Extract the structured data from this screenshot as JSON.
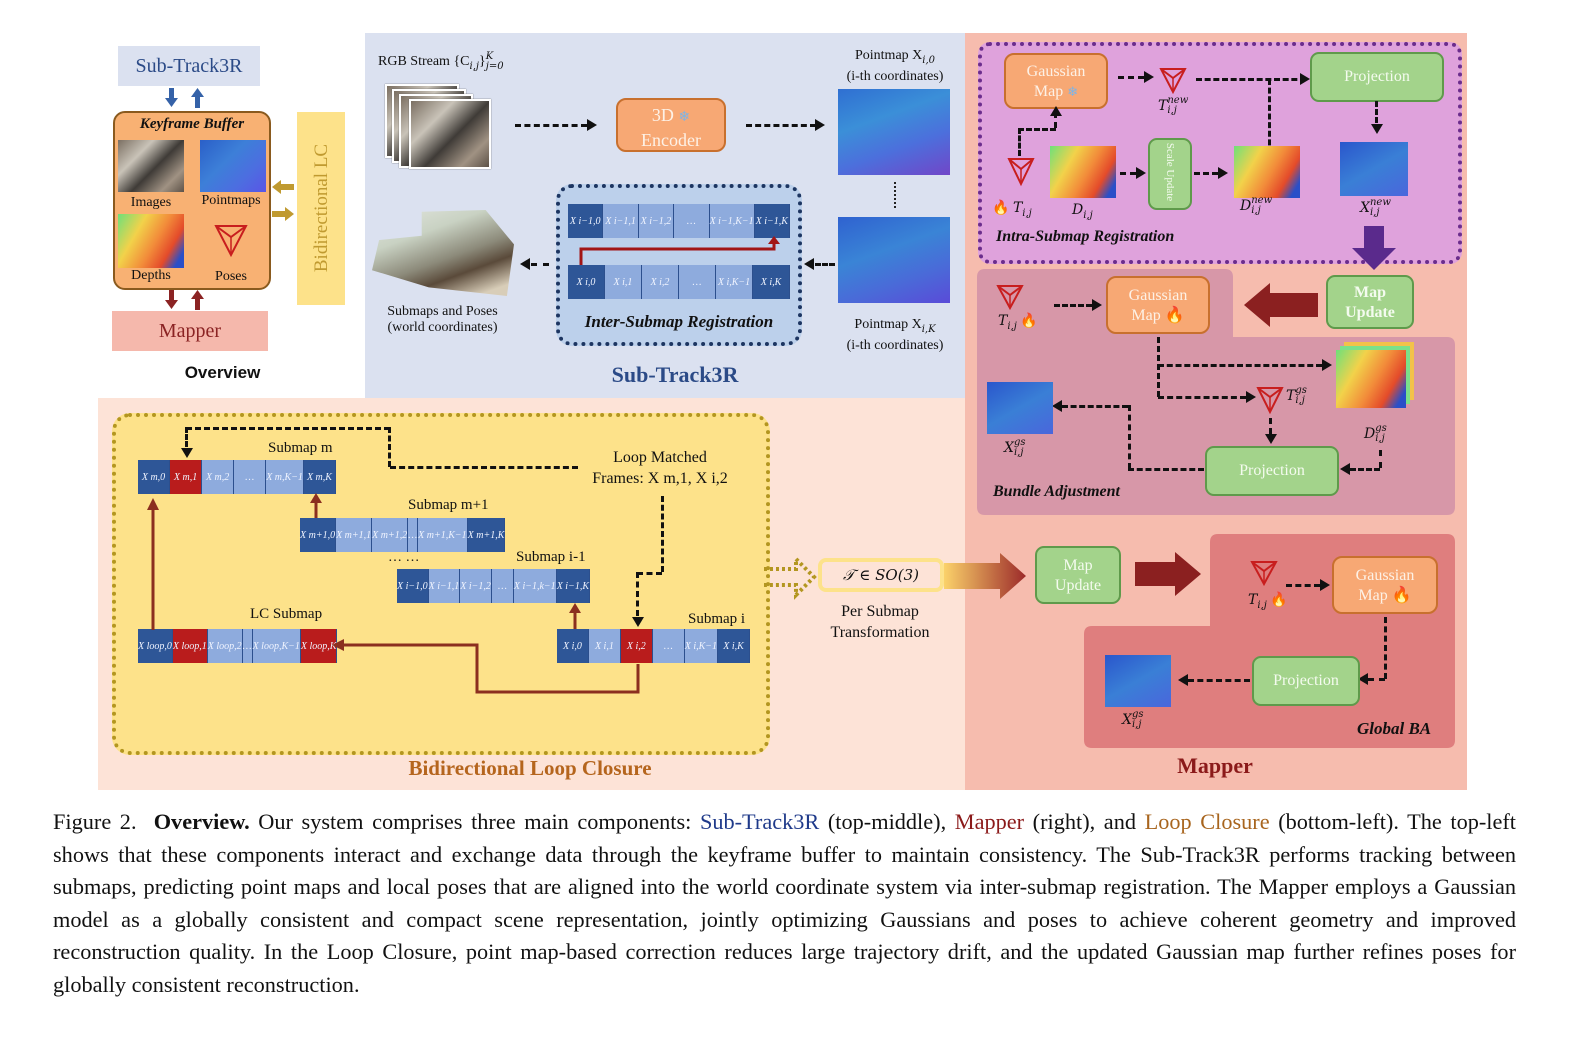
{
  "overview": {
    "subtrack_label": "Sub-Track3R",
    "keyframe_buffer_title": "Keyframe Buffer",
    "images_label": "Images",
    "pointmaps_label": "Pointmaps",
    "depths_label": "Depths",
    "poses_label": "Poses",
    "mapper_label": "Mapper",
    "bidirectional_lc_label": "Bidirectional LC",
    "title": "Overview"
  },
  "subtrack": {
    "rgb_stream_label": "RGB Stream {C",
    "rgb_stream_sub": "i,j",
    "rgb_stream_close": "}",
    "rgb_stream_sup": "K",
    "rgb_stream_lower": "j=0",
    "encoder_line1": "3D",
    "encoder_line2": "Encoder",
    "pointmap_top_line1": "Pointmap X",
    "pointmap_top_sub": "i,0",
    "pointmap_top_line2": "(i-th coordinates)",
    "pointmap_bottom_line1": "Pointmap X",
    "pointmap_bottom_sub": "i,K",
    "pointmap_bottom_line2": "(i-th coordinates)",
    "submaps_line1": "Submaps and Poses",
    "submaps_line2": "(world coordinates)",
    "inter_submap_label": "Inter-Submap Registration",
    "row_prev": [
      "X i−1,0",
      "X i−1,1",
      "X i−1,2",
      "…",
      "X i−1,K−1",
      "X i−1,K"
    ],
    "row_curr": [
      "X i,0",
      "X i,1",
      "X i,2",
      "…",
      "X i,K−1",
      "X i,K"
    ],
    "title": "Sub-Track3R"
  },
  "mapper": {
    "intra": {
      "gaussian_line1": "Gaussian",
      "gaussian_line2": "Map",
      "t_new": "T",
      "t_new_sup": "new",
      "t_new_sub": "i,j",
      "projection": "Projection",
      "t_label": "T",
      "t_sub": "i,j",
      "d_label": "D",
      "d_sub": "i,j",
      "scale_update": "Scale Update",
      "d_new": "D",
      "d_new_sup": "new",
      "d_new_sub": "i,j",
      "x_new": "X",
      "x_new_sup": "new",
      "x_new_sub": "i,j",
      "title": "Intra-Submap Registration"
    },
    "ba": {
      "t_label": "T",
      "t_sub": "i,j",
      "gaussian_line1": "Gaussian",
      "gaussian_line2": "Map",
      "map_update_line1": "Map",
      "map_update_line2": "Update",
      "x_gs": "X",
      "x_gs_sup": "gs",
      "x_gs_sub": "i,j",
      "t_gs": "T",
      "t_gs_sup": "gs",
      "t_gs_sub": "i,j",
      "d_gs": "D",
      "d_gs_sup": "gs",
      "d_gs_sub": "i,j",
      "projection": "Projection",
      "title": "Bundle Adjustment"
    },
    "global": {
      "map_update_line1": "Map",
      "map_update_line2": "Update",
      "t_label": "T",
      "t_sub": "i,j",
      "gaussian_line1": "Gaussian",
      "gaussian_line2": "Map",
      "projection": "Projection",
      "x_gs": "X",
      "x_gs_sup": "gs",
      "x_gs_sub": "i,j",
      "title": "Global BA"
    },
    "title": "Mapper"
  },
  "loop_closure": {
    "submap_m_label": "Submap m",
    "submap_m": [
      "X m,0",
      "X m,1",
      "X m,2",
      "…",
      "X m,K−1",
      "X m,K"
    ],
    "submap_m1_label": "Submap m+1",
    "submap_m1": [
      "X m+1,0",
      "X m+1,1",
      "X m+1,2",
      "…",
      "X m+1,K−1",
      "X m+1,K"
    ],
    "ellipsis": "… …",
    "submap_i1_label": "Submap i-1",
    "submap_i1": [
      "X i−1,0",
      "X i−1,1",
      "X i−1,2",
      "…",
      "X i−1,k−1",
      "X i−1,K"
    ],
    "lc_submap_label": "LC Submap",
    "lc_submap": [
      "X loop,0",
      "X loop,1",
      "X loop,2",
      "…",
      "X loop,K−1",
      "X loop,K"
    ],
    "submap_i_label": "Submap i",
    "submap_i": [
      "X i,0",
      "X i,1",
      "X i,2",
      "…",
      "X i,K−1",
      "X i,K"
    ],
    "loop_matched_line1": "Loop Matched",
    "loop_matched_line2": "Frames: X m,1, X i,2",
    "transform_label": "𝒯 ∈ SO(3)",
    "per_submap_line1": "Per Submap",
    "per_submap_line2": "Transformation",
    "title": "Bidirectional Loop Closure"
  },
  "caption": {
    "figure_num": "Figure 2.",
    "bold": "Overview.",
    "part1": " Our system comprises three main components: ",
    "subtrack": "Sub-Track3R",
    "part2": " (top-middle), ",
    "mapper": "Mapper",
    "part3": " (right), and ",
    "loop": "Loop Closure",
    "part4": " (bottom-left). The top-left shows that these components interact and exchange data through the keyframe buffer to maintain consistency. The Sub-Track3R performs tracking between submaps, predicting point maps and local poses that are aligned into the world coordinate system via inter-submap registration. The Mapper employs a Gaussian model as a globally consistent and compact scene representation, jointly optimizing Gaussians and poses to achieve coherent geometry and improved reconstruction quality. In the Loop Closure, point map-based correction reduces large trajectory drift, and the updated Gaussian map further refines poses for globally consistent reconstruction."
  },
  "colors": {
    "subtrack_bg": "#dbe1f0",
    "mapper_bg": "#f6bcae",
    "loop_bg": "#fde3d7",
    "loop_inner": "#fde28a",
    "intra_bg": "#dfa2dc",
    "ba_bg": "#d797a8",
    "global_bg": "#df7e7e",
    "cell_dark": "#2e5697",
    "cell_light": "#8eabdd",
    "cell_red": "#b91c1c"
  }
}
